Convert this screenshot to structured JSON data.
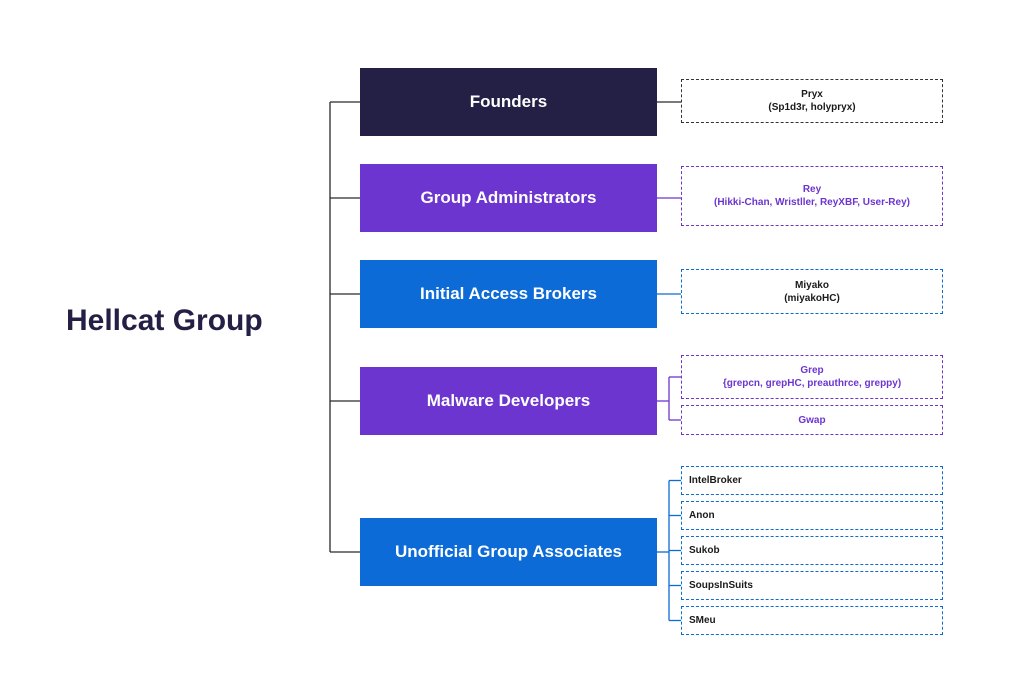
{
  "title": "Hellcat Group",
  "colors": {
    "title_text": "#241f45",
    "founders": "#241f45",
    "purple": "#6d35cf",
    "blue": "#0c6bd6",
    "connector": "#2a2a2a"
  },
  "roles": [
    {
      "label": "Founders",
      "color": "founders",
      "members": [
        {
          "name": "Pryx",
          "aliases": "(Sp1d3r, holypryx)"
        }
      ]
    },
    {
      "label": "Group Administrators",
      "color": "purple",
      "members": [
        {
          "name": "Rey",
          "aliases": "(Hikki-Chan, Wristller, ReyXBF, User-Rey)"
        }
      ]
    },
    {
      "label": "Initial Access Brokers",
      "color": "blue",
      "members": [
        {
          "name": "Miyako",
          "aliases": "(miyakoHC)"
        }
      ]
    },
    {
      "label": "Malware Developers",
      "color": "purple",
      "members": [
        {
          "name": "Grep",
          "aliases": "{grepcn, grepHC, preauthrce, greppy)"
        },
        {
          "name": "Gwap",
          "aliases": ""
        }
      ]
    },
    {
      "label": "Unofficial Group Associates",
      "color": "blue",
      "members": [
        {
          "name": "IntelBroker",
          "aliases": ""
        },
        {
          "name": "Anon",
          "aliases": ""
        },
        {
          "name": "Sukob",
          "aliases": ""
        },
        {
          "name": "SoupsInSuits",
          "aliases": ""
        },
        {
          "name": "SMeu",
          "aliases": ""
        }
      ]
    }
  ]
}
